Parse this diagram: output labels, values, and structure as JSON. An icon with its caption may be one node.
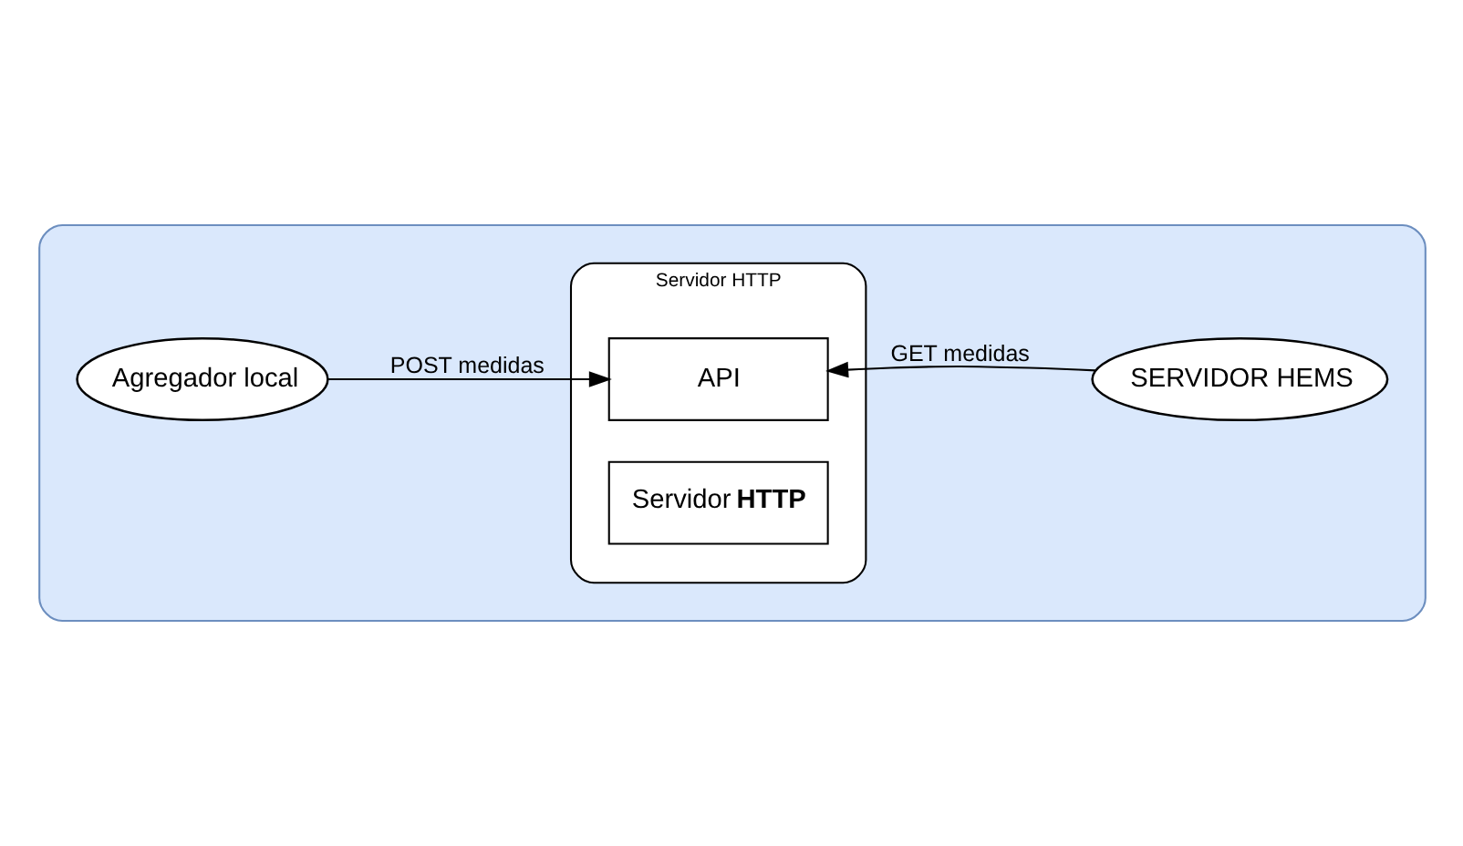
{
  "diagram": {
    "nodes": [
      {
        "text": [],
        "shape": "box"
      },
      {
        "text": [
          "Agregador local"
        ],
        "in": 0
      },
      {
        "text": [
          "Servidor HTTP"
        ],
        "in": 0
      },
      {
        "text": [
          "API"
        ],
        "in": 2
      },
      {
        "text": [
          "Servidor **HTTP**"
        ],
        "in": 2
      },
      {
        "text": [
          "SERVIDOR HEMS"
        ],
        "in": 0
      }
    ],
    "edges": [
      {
        "from": 1,
        "to": 3,
        "arrow": "to",
        "label": "POST medidas"
      },
      {
        "from": 5,
        "to": 3,
        "arrow": "to",
        "label": "GET medidas"
      }
    ]
  }
}
